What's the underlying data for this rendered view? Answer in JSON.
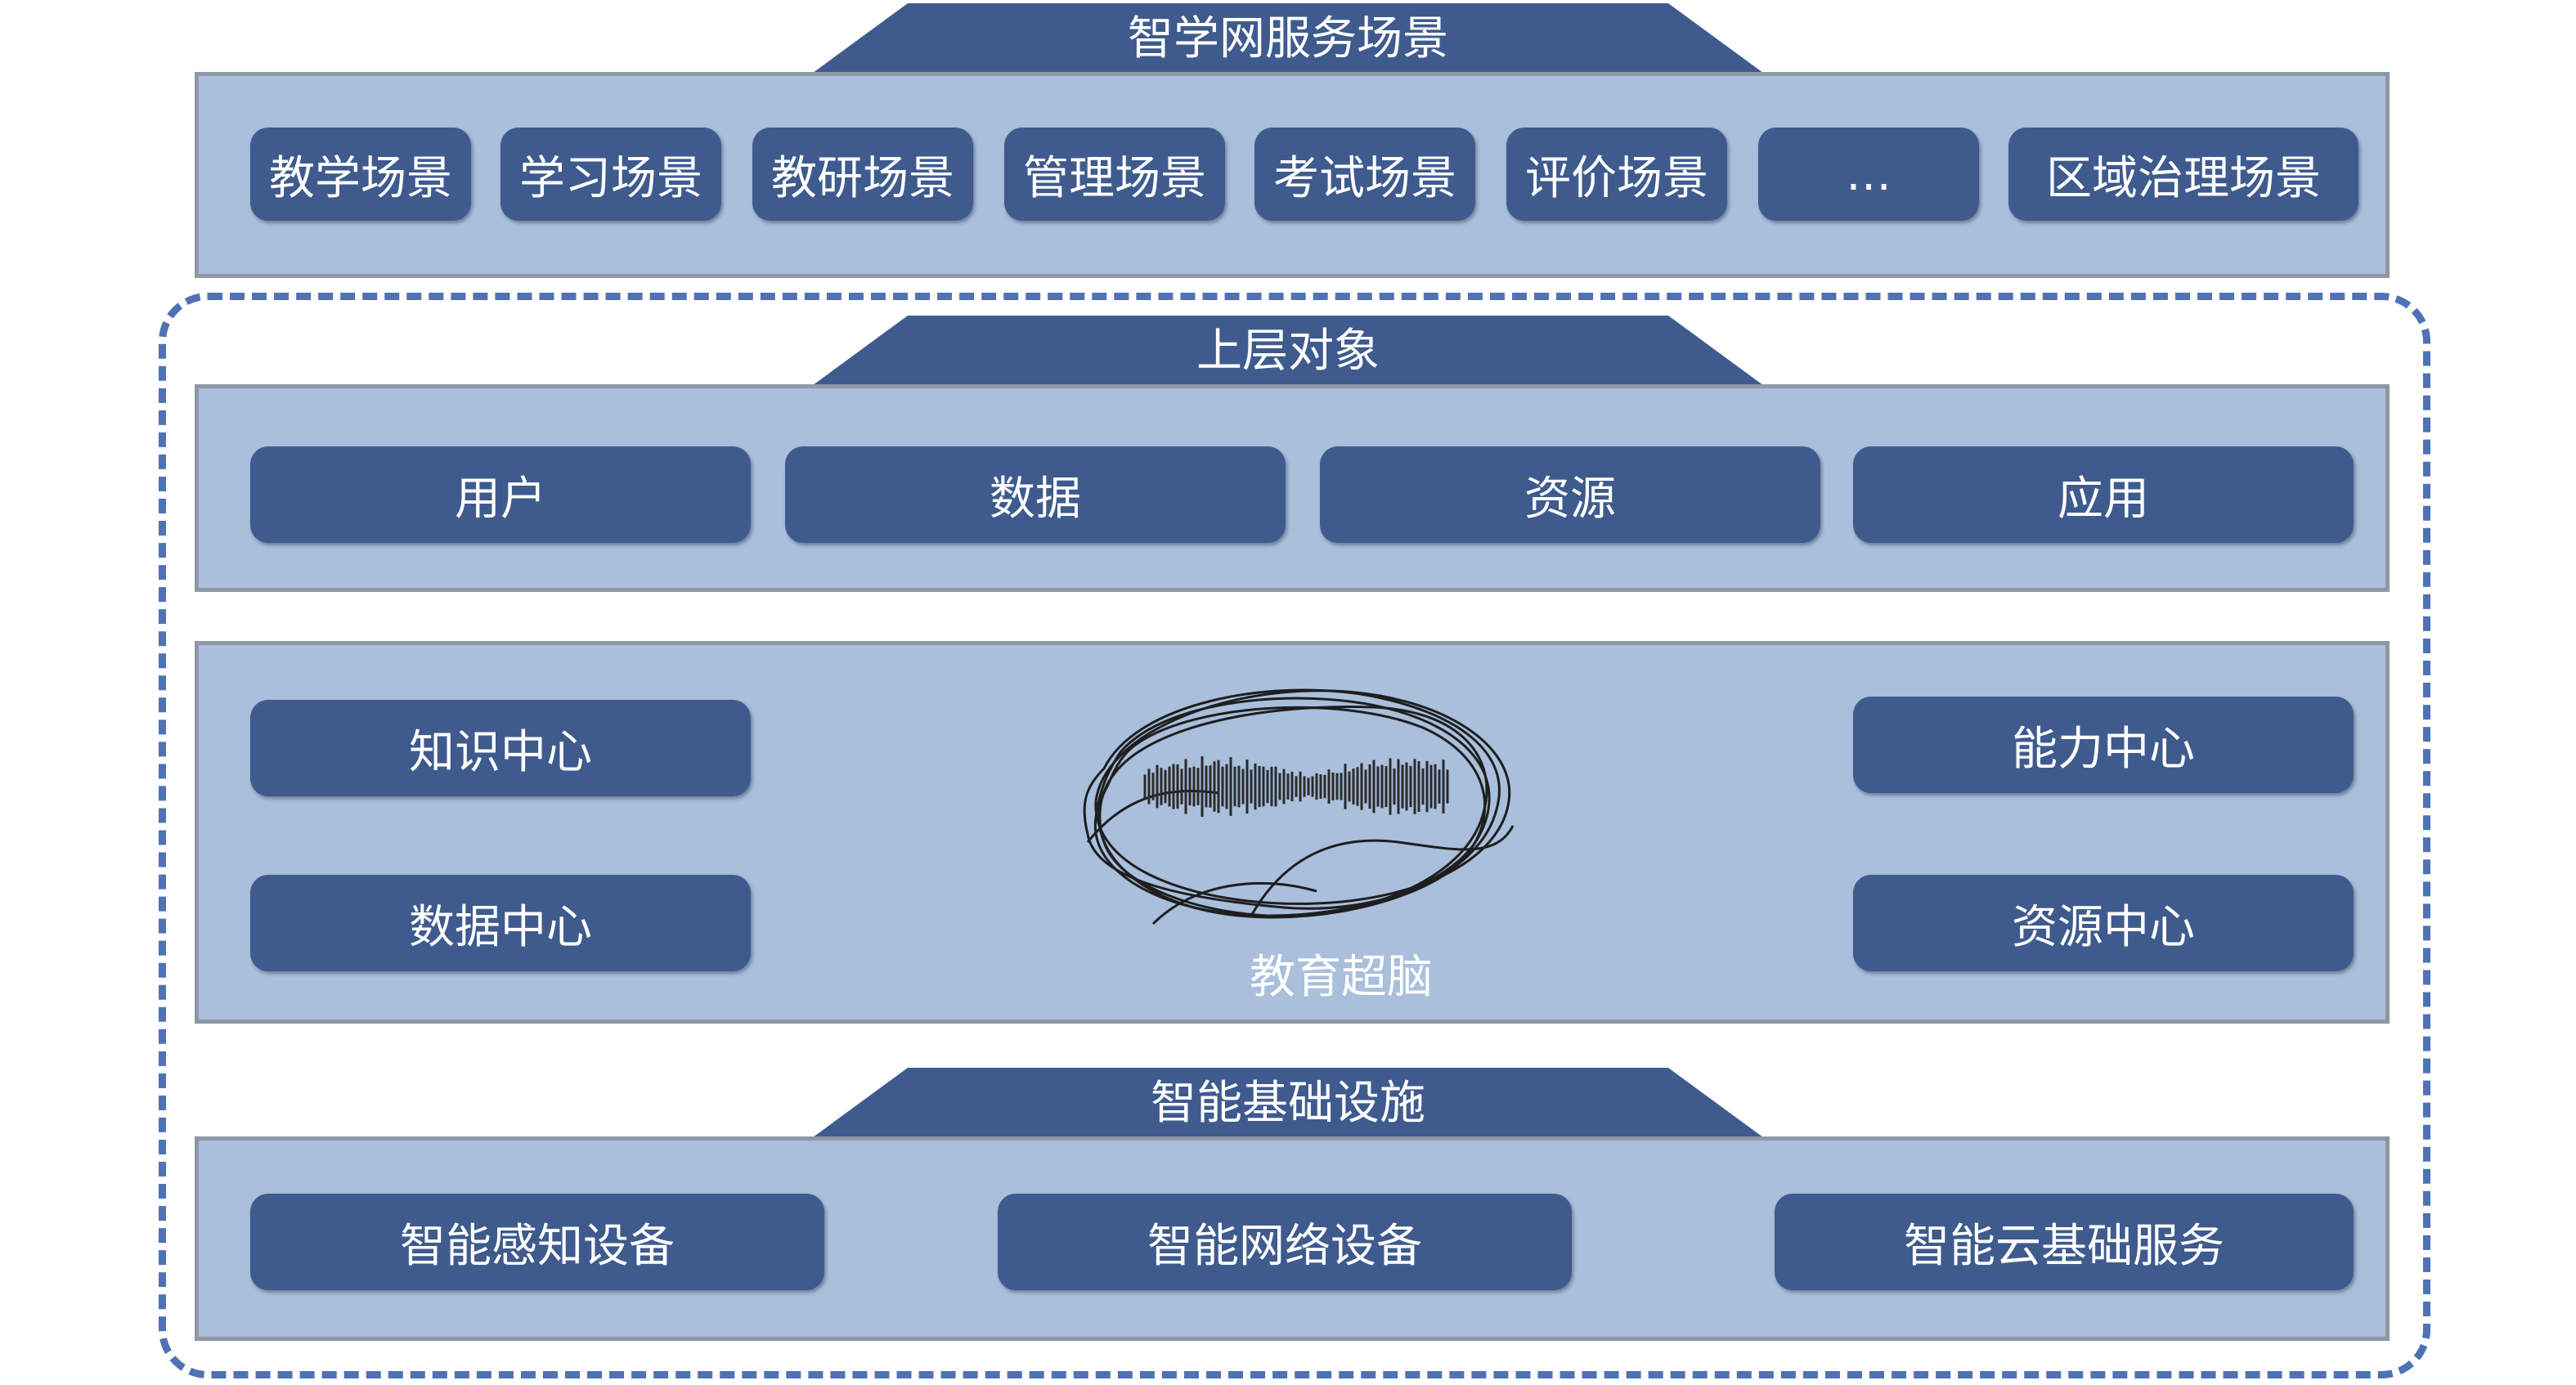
{
  "colors": {
    "panel_fill": "#a9bfdc",
    "panel_border": "#8e97a3",
    "pill_fill": "#3f5b8e",
    "dashed_border": "#4f72b4",
    "text": "#ffffff"
  },
  "service_layer": {
    "title": "智学网服务场景",
    "items": [
      "教学场景",
      "学习场景",
      "教研场景",
      "管理场景",
      "考试场景",
      "评价场景",
      "…",
      "区域治理场景"
    ]
  },
  "upper_layer": {
    "title": "上层对象",
    "items": [
      "用户",
      "数据",
      "资源",
      "应用"
    ]
  },
  "brain_layer": {
    "left_items": [
      "知识中心",
      "数据中心"
    ],
    "right_items": [
      "能力中心",
      "资源中心"
    ],
    "center_label": "教育超脑",
    "center_icon": "brain-waveform-icon"
  },
  "infra_layer": {
    "title": "智能基础设施",
    "items": [
      "智能感知设备",
      "智能网络设备",
      "智能云基础服务"
    ]
  }
}
